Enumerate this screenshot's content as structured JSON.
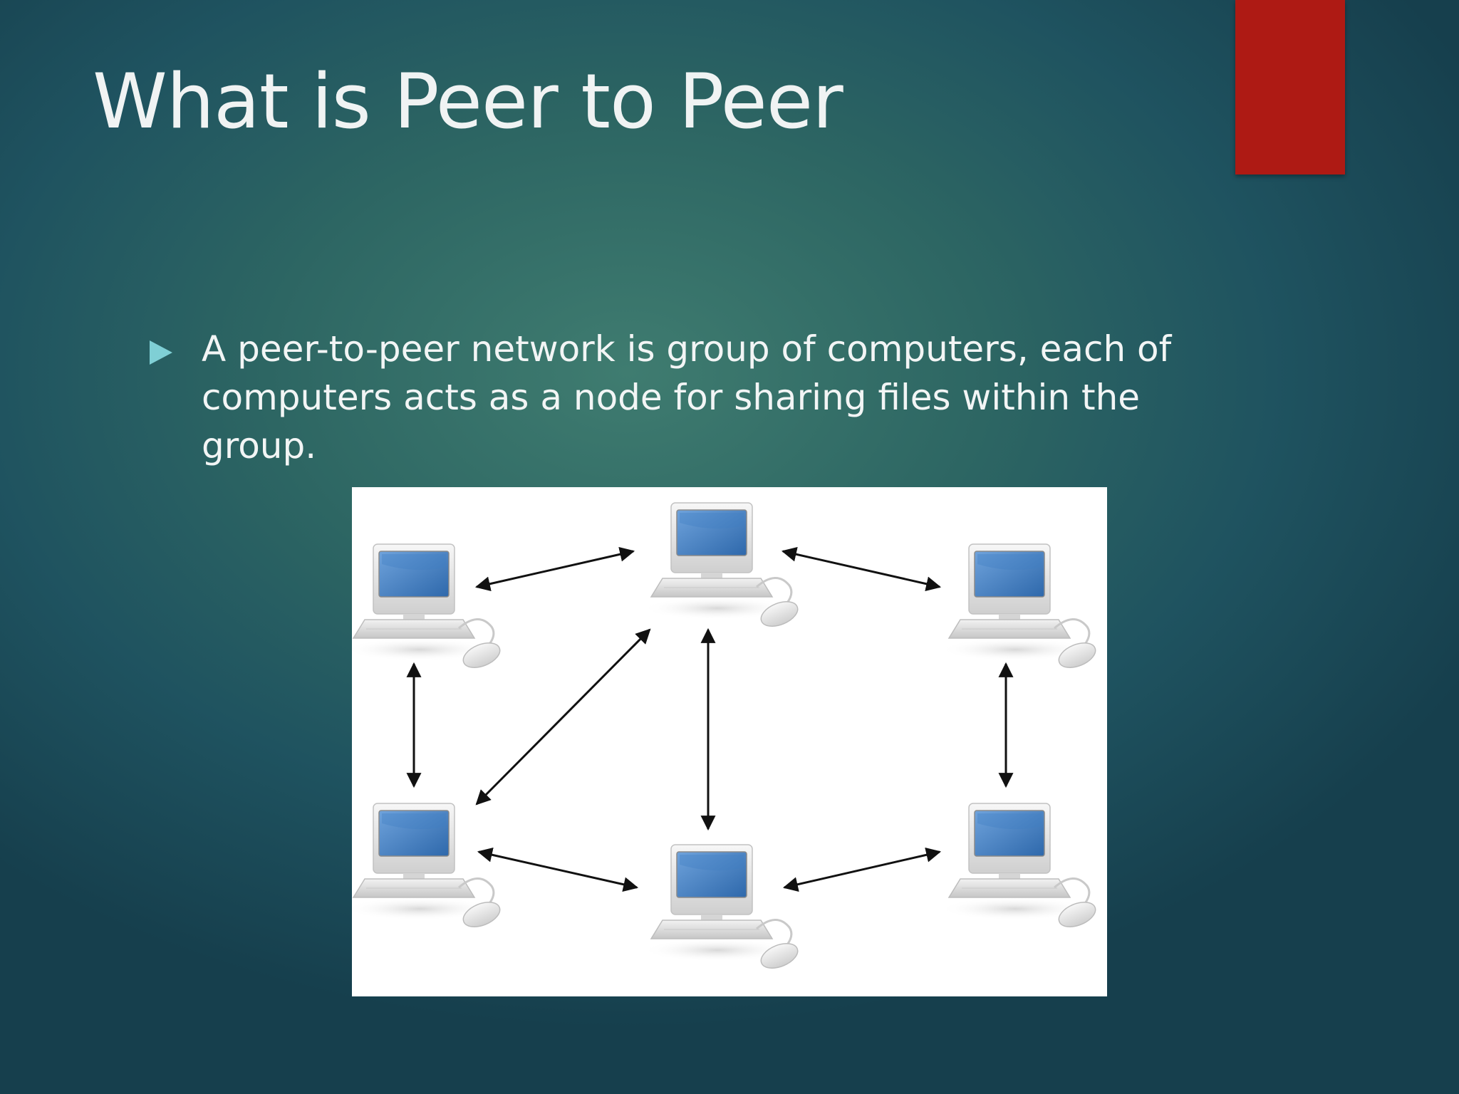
{
  "slide": {
    "title": "What is Peer to Peer",
    "bullets": [
      "A peer-to-peer network is group of computers, each of computers acts as a node for sharing files within the group."
    ]
  },
  "colors": {
    "accent_bar": "#ae1a14",
    "bullet_marker": "#7fcfd5",
    "screen_blue": "#3f7fc4"
  },
  "diagram": {
    "nodes": [
      {
        "id": "top-left",
        "icon": "desktop-computer-icon"
      },
      {
        "id": "top-center",
        "icon": "desktop-computer-icon"
      },
      {
        "id": "top-right",
        "icon": "desktop-computer-icon"
      },
      {
        "id": "bottom-left",
        "icon": "desktop-computer-icon"
      },
      {
        "id": "bottom-center",
        "icon": "desktop-computer-icon"
      },
      {
        "id": "bottom-right",
        "icon": "desktop-computer-icon"
      }
    ],
    "links": [
      {
        "from": "top-left",
        "to": "top-center"
      },
      {
        "from": "top-center",
        "to": "top-right"
      },
      {
        "from": "top-left",
        "to": "bottom-left"
      },
      {
        "from": "top-center",
        "to": "bottom-left"
      },
      {
        "from": "top-center",
        "to": "bottom-center"
      },
      {
        "from": "top-right",
        "to": "bottom-right"
      },
      {
        "from": "bottom-left",
        "to": "bottom-center"
      },
      {
        "from": "bottom-center",
        "to": "bottom-right"
      }
    ]
  }
}
